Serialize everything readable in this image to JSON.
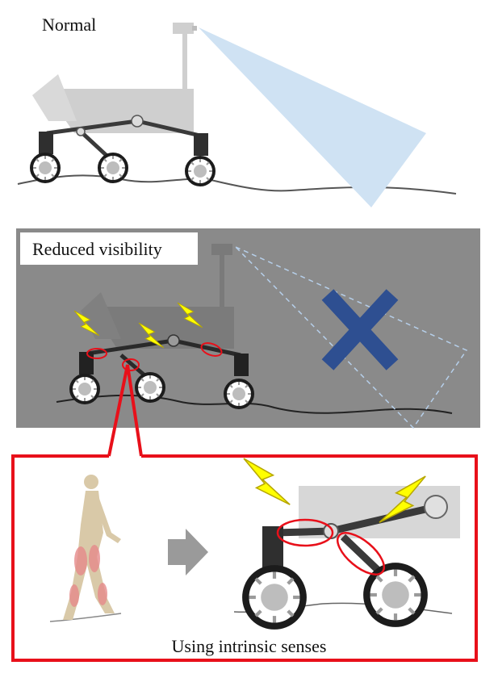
{
  "panels": {
    "normal": {
      "label": "Normal"
    },
    "reduced": {
      "label": "Reduced visibility"
    },
    "intrinsic": {
      "label": "Using intrinsic senses"
    }
  },
  "colors": {
    "rover_body": "#cfcfcf",
    "rover_dark": "#2f2f2f",
    "camera_view": "#cfe2f3",
    "reduced_bg": "#8a8a8a",
    "blocked_cross": "#2e4f91",
    "highlight_red": "#e8101a",
    "lightning": "#ffff00",
    "human_body": "#d9c9a8",
    "human_muscle": "#e58a8a",
    "arrow": "#9a9a9a"
  },
  "icons": [
    "camera-icon",
    "lightning-icon",
    "cross-icon",
    "arrow-right-icon",
    "walking-person-icon"
  ]
}
